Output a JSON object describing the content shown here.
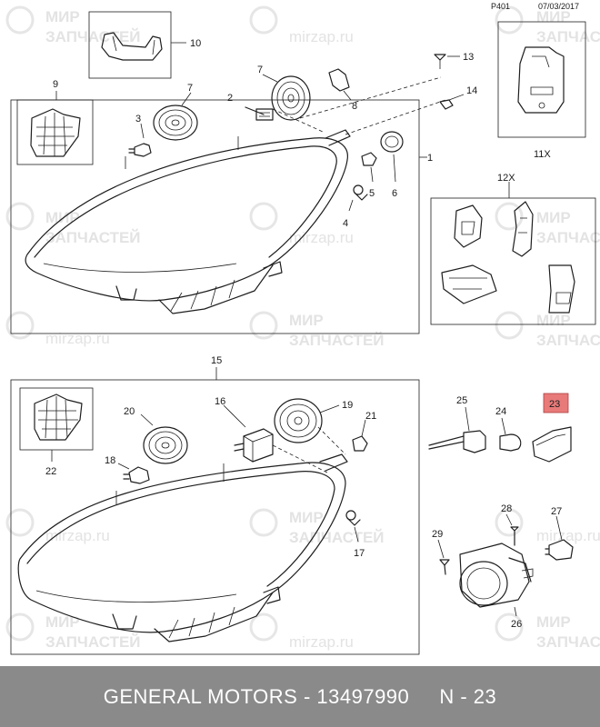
{
  "header": {
    "page_code": "P401",
    "date": "07/03/2017"
  },
  "watermark": {
    "line1": "МИР",
    "line2": "ЗАПЧАСТЕЙ",
    "url": "mirzap.ru"
  },
  "callouts": {
    "c1": "1",
    "c2": "2",
    "c3": "3",
    "c4": "4",
    "c5": "5",
    "c6": "6",
    "c7a": "7",
    "c7b": "7",
    "c8": "8",
    "c9": "9",
    "c10": "10",
    "c11x": "11X",
    "c12x": "12X",
    "c13": "13",
    "c14": "14",
    "c15": "15",
    "c16": "16",
    "c17": "17",
    "c18": "18",
    "c19": "19",
    "c20": "20",
    "c21": "21",
    "c22": "22",
    "c23": "23",
    "c24": "24",
    "c25": "25",
    "c26": "26",
    "c27": "27",
    "c28": "28",
    "c29": "29"
  },
  "highlight_color": "#e87a7a",
  "footer": {
    "brand": "GENERAL MOTORS",
    "separator": " - ",
    "part_number": "13497990",
    "position": "N - 23"
  }
}
